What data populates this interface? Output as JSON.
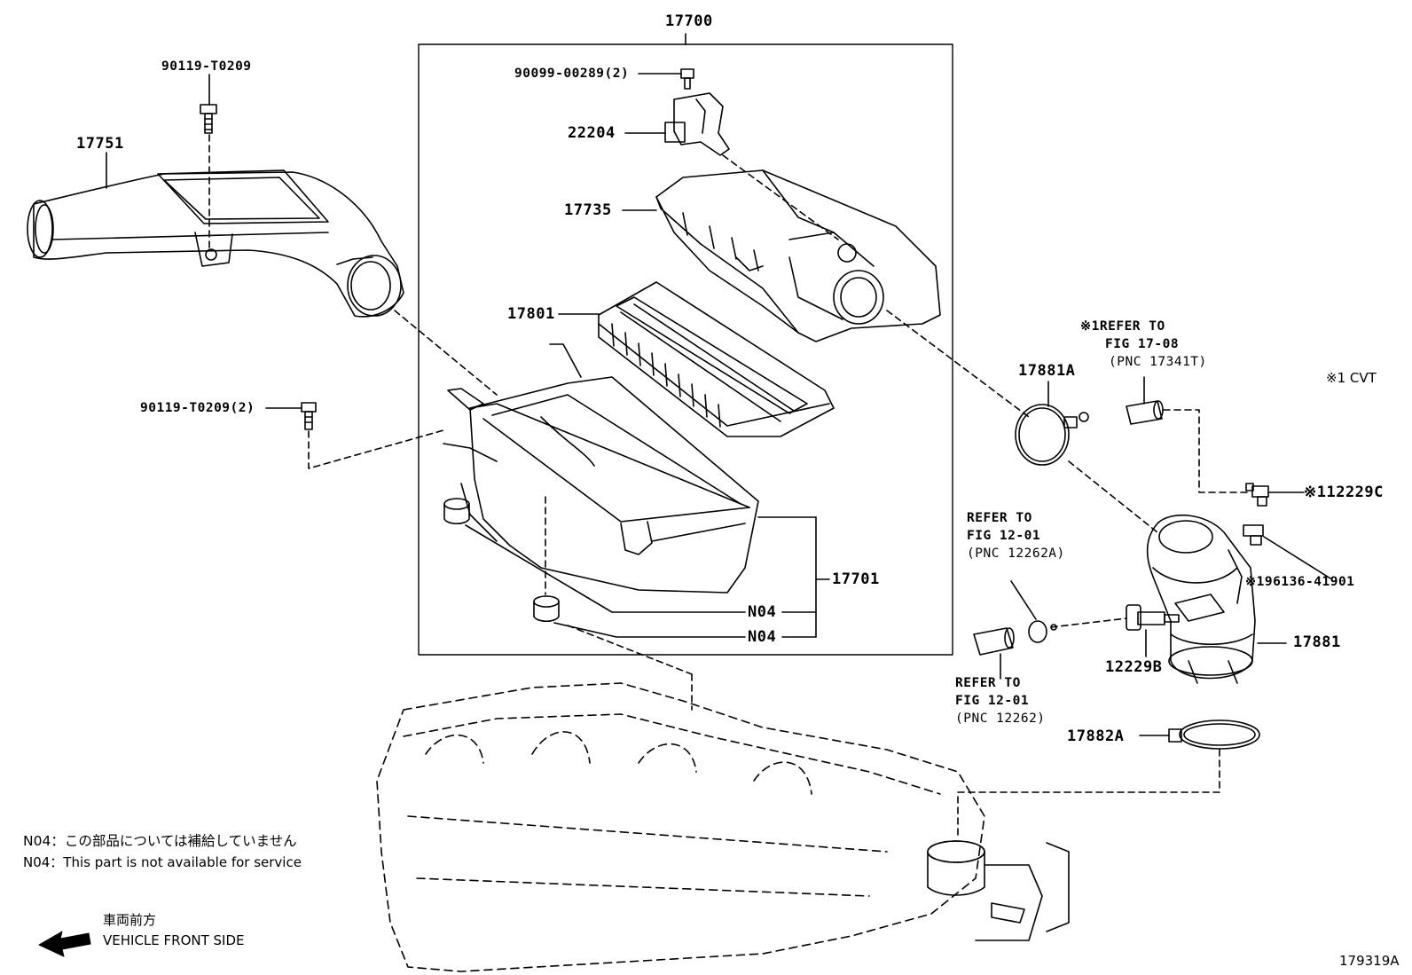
{
  "diagram_id": "179319A",
  "labels": {
    "assembly": "17700",
    "hose_inlet": "17751",
    "bolt_top": "90119-T0209",
    "bolt_side": "90119-T0209(2)",
    "screw_top": "90099-00289(2)",
    "sensor": "22204",
    "cap": "17735",
    "element": "17801",
    "case": "17701",
    "n04_a": "N04",
    "n04_b": "N04",
    "clamp_a": "17881A",
    "hose_outlet": "17881",
    "pipe_union": "12229B",
    "clamp_b": "17882A",
    "vsv_c": "※112229C",
    "vsv_sensor": "※196136-41901",
    "cvt_note": "※1 CVT"
  },
  "refs": [
    {
      "line1": "※1REFER TO",
      "line2": "FIG 17-08",
      "line3": "(PNC 17341T)"
    },
    {
      "line1": "REFER TO",
      "line2": "FIG 12-01",
      "line3": "(PNC 12262A)"
    },
    {
      "line1": "REFER TO",
      "line2": "FIG 12-01",
      "line3": "(PNC 12262)"
    }
  ],
  "notes": {
    "n04_jp": "N04：この部品については補給していません",
    "n04_en": "N04：This part is not available for service",
    "front_jp": "車両前方",
    "front_en": "VEHICLE FRONT SIDE"
  }
}
